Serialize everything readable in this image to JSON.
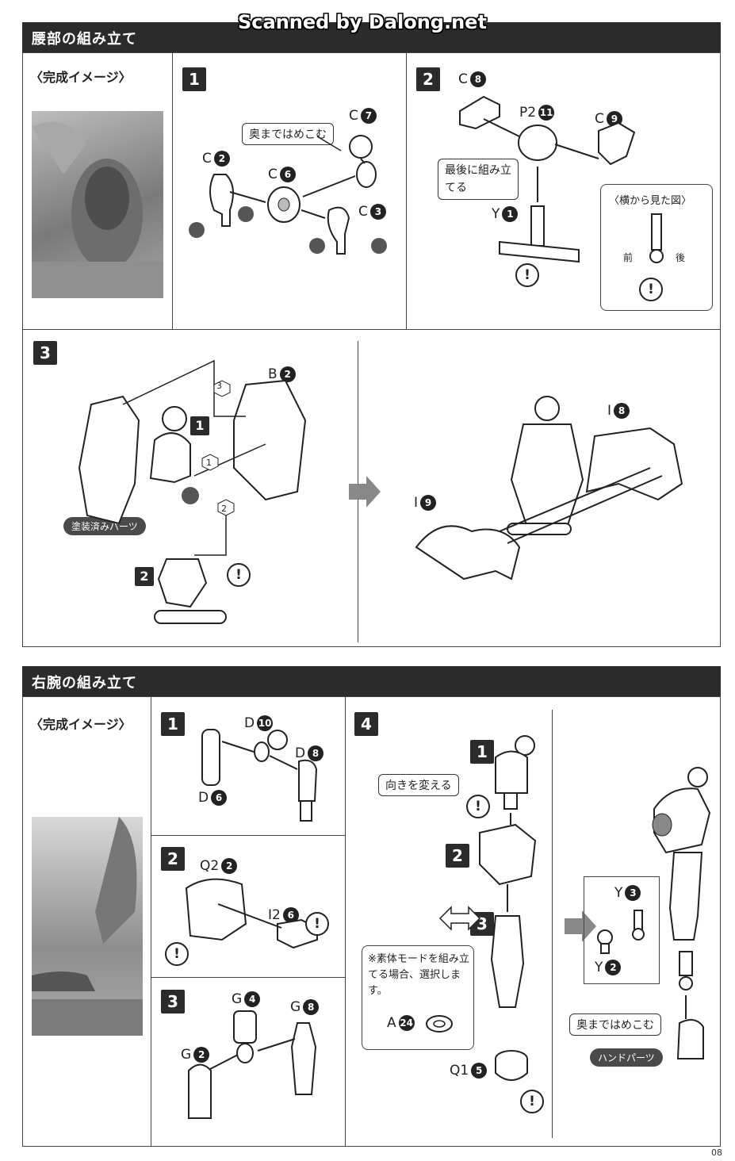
{
  "watermark": "Scanned by Dalong.net",
  "sections": {
    "waist": {
      "title": "腰部の組み立て",
      "image_caption": "〈完成イメージ〉",
      "step1": {
        "number": "1",
        "labels": {
          "c7": "C",
          "c7n": "7",
          "c2": "C",
          "c2n": "2",
          "c6": "C",
          "c6n": "6",
          "c3": "C",
          "c3n": "3"
        },
        "callout": "奥まではめこむ"
      },
      "step2": {
        "number": "2",
        "labels": {
          "c8": "C",
          "c8n": "8",
          "p2": "P2",
          "p2n": "11",
          "c9": "C",
          "c9n": "9",
          "y1": "Y",
          "y1n": "1"
        },
        "callout": "最後に組み立てる",
        "side_view_title": "〈横から見た図〉",
        "front": "前",
        "back": "後"
      },
      "step3": {
        "number": "3",
        "labels": {
          "b2": "B",
          "b2n": "2",
          "i8": "I",
          "i8n": "8",
          "i9": "I",
          "i9n": "9"
        },
        "sub1": "1",
        "sub2": "2",
        "hex1": "1",
        "hex2": "2",
        "hex3": "3",
        "painted": "塗装済みパーツ"
      }
    },
    "right_arm": {
      "title": "右腕の組み立て",
      "image_caption": "〈完成イメージ〉",
      "step1": {
        "number": "1",
        "labels": {
          "d10": "D",
          "d10n": "10",
          "d8": "D",
          "d8n": "8",
          "d6": "D",
          "d6n": "6"
        }
      },
      "step2": {
        "number": "2",
        "labels": {
          "q2": "Q2",
          "q2n": "2",
          "i2": "I2",
          "i2n": "6"
        }
      },
      "step3": {
        "number": "3",
        "labels": {
          "g4": "G",
          "g4n": "4",
          "g8": "G",
          "g8n": "8",
          "g2": "G",
          "g2n": "2"
        }
      },
      "step4": {
        "number": "4",
        "sub1": "1",
        "sub2": "2",
        "sub3": "3",
        "callout_dir": "向きを変える",
        "note": "※素体モードを組み立てる場合、選択します。",
        "labels": {
          "a24": "A",
          "a24n": "24",
          "q1": "Q1",
          "q1n": "5",
          "y3": "Y",
          "y3n": "3",
          "y2": "Y",
          "y2n": "2"
        },
        "callout_push": "奥まではめこむ",
        "hand_parts": "ハンドパーツ"
      }
    }
  },
  "warning_symbol": "!",
  "page_number": "08"
}
